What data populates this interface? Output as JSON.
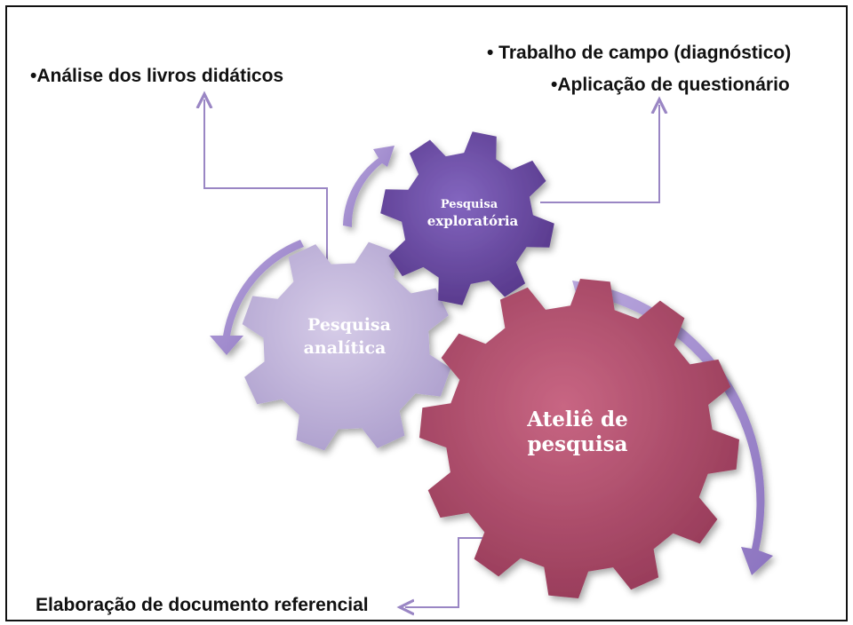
{
  "labels": {
    "analise": "•Análise dos livros didáticos",
    "trabalho": "• Trabalho de campo (diagnóstico)",
    "aplicacao": "•Aplicação de questionário",
    "elaboracao": "Elaboração de documento referencial"
  },
  "gears": {
    "exploratoria": {
      "line1": "Pesquisa",
      "line2": "exploratória",
      "color": "#6b4a9f"
    },
    "analitica": {
      "line1": "Pesquisa",
      "line2": "analítica",
      "color": "#c5b8db"
    },
    "atelie": {
      "line1": "Ateliê de",
      "line2": "pesquisa",
      "color": "#b5506e"
    }
  },
  "colors": {
    "connector": "#9a86c4",
    "arrow": "#a792cf"
  }
}
